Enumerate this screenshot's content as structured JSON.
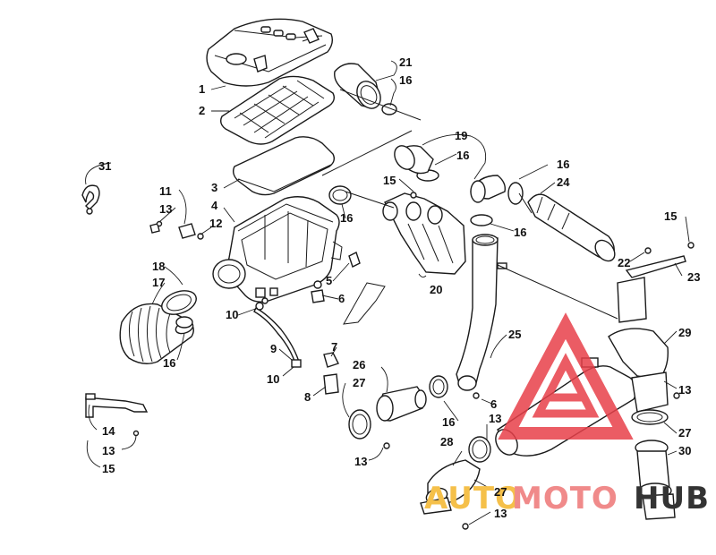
{
  "callouts": [
    {
      "id": "c1",
      "text": "1"
    },
    {
      "id": "c2",
      "text": "2"
    },
    {
      "id": "c3",
      "text": "3"
    },
    {
      "id": "c4",
      "text": "4"
    },
    {
      "id": "c5",
      "text": "5"
    },
    {
      "id": "c6a",
      "text": "6"
    },
    {
      "id": "c6b",
      "text": "6"
    },
    {
      "id": "c7",
      "text": "7"
    },
    {
      "id": "c8",
      "text": "8"
    },
    {
      "id": "c9",
      "text": "9"
    },
    {
      "id": "c10a",
      "text": "10"
    },
    {
      "id": "c10b",
      "text": "10"
    },
    {
      "id": "c11",
      "text": "11"
    },
    {
      "id": "c12",
      "text": "12"
    },
    {
      "id": "c13a",
      "text": "13"
    },
    {
      "id": "c13b",
      "text": "13"
    },
    {
      "id": "c13c",
      "text": "13"
    },
    {
      "id": "c13d",
      "text": "13"
    },
    {
      "id": "c13e",
      "text": "13"
    },
    {
      "id": "c13f",
      "text": "13"
    },
    {
      "id": "c14",
      "text": "14"
    },
    {
      "id": "c15a",
      "text": "15"
    },
    {
      "id": "c15b",
      "text": "15"
    },
    {
      "id": "c15c",
      "text": "15"
    },
    {
      "id": "c16a",
      "text": "16"
    },
    {
      "id": "c16b",
      "text": "16"
    },
    {
      "id": "c16c",
      "text": "16"
    },
    {
      "id": "c16d",
      "text": "16"
    },
    {
      "id": "c16e",
      "text": "16"
    },
    {
      "id": "c16f",
      "text": "16"
    },
    {
      "id": "c16g",
      "text": "16"
    },
    {
      "id": "c17",
      "text": "17"
    },
    {
      "id": "c18",
      "text": "18"
    },
    {
      "id": "c19",
      "text": "19"
    },
    {
      "id": "c20",
      "text": "20"
    },
    {
      "id": "c21",
      "text": "21"
    },
    {
      "id": "c22",
      "text": "22"
    },
    {
      "id": "c23",
      "text": "23"
    },
    {
      "id": "c24",
      "text": "24"
    },
    {
      "id": "c25",
      "text": "25"
    },
    {
      "id": "c26",
      "text": "26"
    },
    {
      "id": "c27a",
      "text": "27"
    },
    {
      "id": "c27b",
      "text": "27"
    },
    {
      "id": "c27c",
      "text": "27"
    },
    {
      "id": "c28",
      "text": "28"
    },
    {
      "id": "c29",
      "text": "29"
    },
    {
      "id": "c30",
      "text": "30"
    },
    {
      "id": "c31",
      "text": "31"
    }
  ],
  "watermark": {
    "text_a": "AUTO",
    "text_b": "MOTO",
    "text_c": "HUB",
    "colors": {
      "auto": "#f5c04a",
      "moto": "#f08a8a",
      "hub": "#333333",
      "logo": "#e8404a"
    }
  }
}
